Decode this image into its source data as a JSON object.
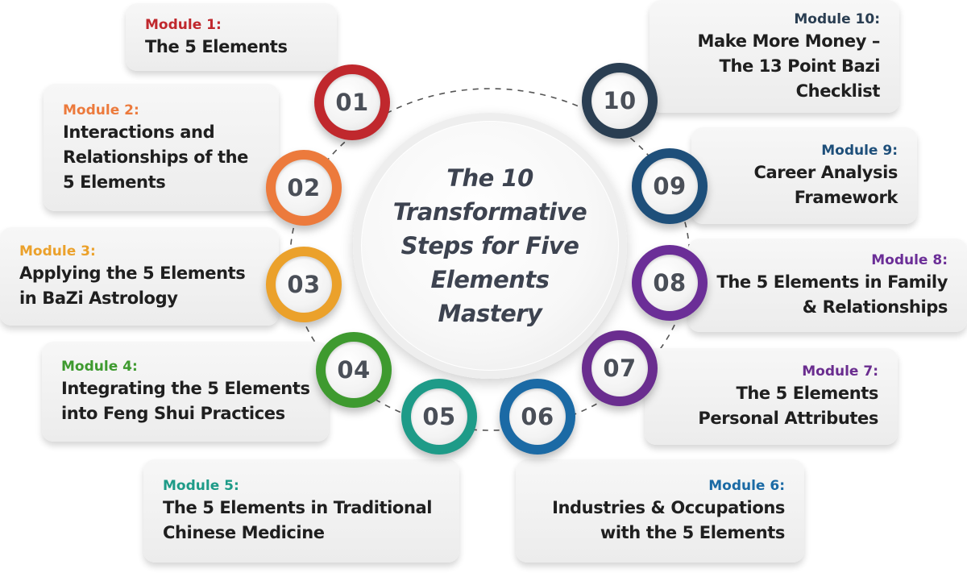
{
  "center": {
    "title": "The 10 Transformative Steps for Five Elements Mastery"
  },
  "modules": [
    {
      "number": "01",
      "label": "Module 1:",
      "title": "The 5 Elements",
      "color": "#c0282d"
    },
    {
      "number": "02",
      "label": "Module 2:",
      "title": "Interactions and Relationships of the 5 Elements",
      "color": "#ec7a3c"
    },
    {
      "number": "03",
      "label": "Module 3:",
      "title": "Applying the 5 Elements in BaZi Astrology",
      "color": "#eba12b"
    },
    {
      "number": "04",
      "label": "Module 4:",
      "title": "Integrating the 5 Elements into Feng Shui Practices",
      "color": "#3e9a2f"
    },
    {
      "number": "05",
      "label": "Module 5:",
      "title": "The 5 Elements in Traditional Chinese Medicine",
      "color": "#1e9b88"
    },
    {
      "number": "06",
      "label": "Module 6:",
      "title": "Industries & Occupations with the 5 Elements",
      "color": "#1b6aa5"
    },
    {
      "number": "07",
      "label": "Module 7:",
      "title": "The 5 Elements Personal Attributes",
      "color": "#6a2d8f"
    },
    {
      "number": "08",
      "label": "Module 8:",
      "title": "The 5 Elements in Family & Relationships",
      "color": "#6b2e97"
    },
    {
      "number": "09",
      "label": "Module 9:",
      "title": "Career Analysis Framework",
      "color": "#1e4f7a"
    },
    {
      "number": "10",
      "label": "Module 10:",
      "title": "Make More Money – The 13 Point Bazi Checklist",
      "color": "#2a3e52"
    }
  ]
}
